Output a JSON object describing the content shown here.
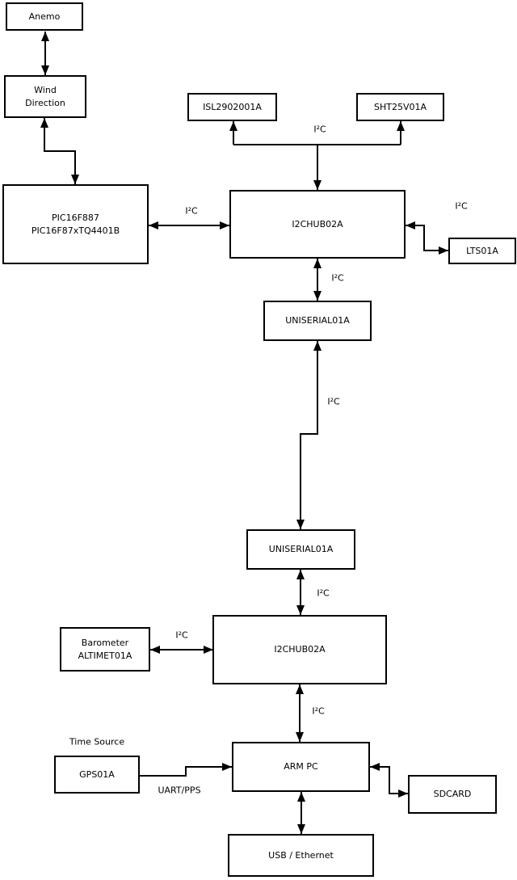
{
  "diagram": {
    "nodes": {
      "anemo": {
        "label": "Anemo"
      },
      "wind": {
        "label": "Wind\nDirection"
      },
      "pic": {
        "label": "PIC16F887\nPIC16F87xTQ4401B"
      },
      "isl": {
        "label": "ISL2902001A"
      },
      "sht": {
        "label": "SHT25V01A"
      },
      "hub1": {
        "label": "I2CHUB02A"
      },
      "lts": {
        "label": "LTS01A"
      },
      "uniserial1": {
        "label": "UNISERIAL01A"
      },
      "uniserial2": {
        "label": "UNISERIAL01A"
      },
      "barometer": {
        "label": "Barometer\nALTIMET01A"
      },
      "hub2": {
        "label": "I2CHUB02A"
      },
      "gps": {
        "label": "GPS01A"
      },
      "arm_pc": {
        "label": "ARM PC"
      },
      "sdcard": {
        "label": "SDCARD"
      },
      "usb": {
        "label": "USB / Ethernet"
      }
    },
    "edge_labels": {
      "i2c_top_branch": "I²C",
      "i2c_pic_hub1": "I²C",
      "i2c_hub1_lts": "I²C",
      "i2c_hub1_uniserial": "I²C",
      "i2c_long_link": "I²C",
      "i2c_uniserial_hub2": "I²C",
      "i2c_barometer_hub2": "I²C",
      "i2c_hub2_armpc": "I²C",
      "time_source": "Time Source",
      "uart_pps": "UART/PPS"
    },
    "colors": {
      "line": "#000000",
      "box_border": "#000000",
      "box_fill": "#ffffff",
      "background": "#ffffff",
      "text": "#000000"
    }
  }
}
